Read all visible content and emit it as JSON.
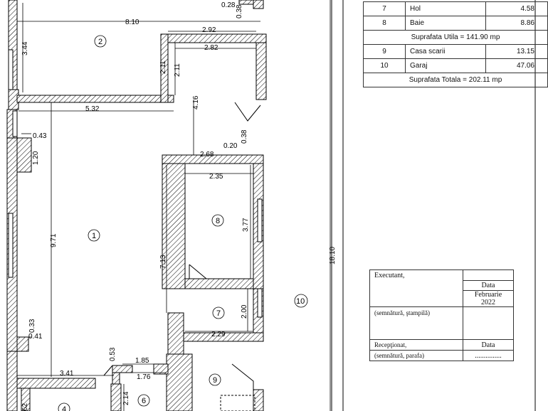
{
  "dimensions": {
    "d_8_10": "8.10",
    "d_0_28": "0.28",
    "d_0_38_top": "0.38",
    "d_3_44": "3.44",
    "d_2_92": "2.92",
    "d_2_82": "2.82",
    "d_2_11_a": "2.11",
    "d_2_11_b": "2.11",
    "d_5_32": "5.32",
    "d_4_16": "4.16",
    "d_0_43": "0.43",
    "d_1_20": "1.20",
    "d_0_38_mid": "0.38",
    "d_0_20": "0.20",
    "d_2_68": "2.68",
    "d_2_35": "2.35",
    "d_3_77": "3.77",
    "d_9_71": "9.71",
    "d_7_13": "7.13",
    "d_2_00": "2.00",
    "d_2_29": "2.29",
    "d_0_33": "0.33",
    "d_0_41": "0.41",
    "d_0_53": "0.53",
    "d_1_85": "1.85",
    "d_3_41": "3.41",
    "d_1_76": "1.76",
    "d_2_14": "2.14",
    "d_62": "62",
    "d_18_10": "18.10"
  },
  "rooms": {
    "r1": "1",
    "r2": "2",
    "r4": "4",
    "r6": "6",
    "r7": "7",
    "r8": "8",
    "r9": "9",
    "r10": "10"
  },
  "area_table": {
    "rows_a": [
      {
        "num": "7",
        "name": "Hol",
        "area": "4.58"
      },
      {
        "num": "8",
        "name": "Baie",
        "area": "8.86"
      }
    ],
    "useful_total": "Suprafata Utila =  141.90 mp",
    "rows_b": [
      {
        "num": "9",
        "name": "Casa scarii",
        "area": "13.15"
      },
      {
        "num": "10",
        "name": "Garaj",
        "area": "47.06"
      }
    ],
    "grand_total": "Suprafata Totala = 202.11 mp"
  },
  "signature_block": {
    "executant": "Executant,",
    "data_label": "Data",
    "date_value": "Februarie 2022",
    "sign_stamp": "(semnătură, ştampilă)",
    "receptionat": "Recepţionat,",
    "data_label_2": "Data",
    "sign_parafa": "(semnătură, parafa)",
    "dots": "..............."
  }
}
